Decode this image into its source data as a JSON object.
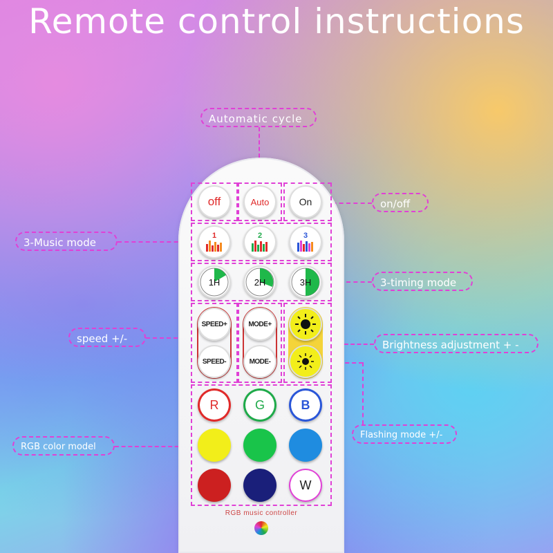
{
  "title": "Remote control instructions",
  "callouts": {
    "automatic_cycle": "Automatic cycle",
    "on_off": "on/off",
    "music_mode": "3-Music mode",
    "timing_mode": "3-timing mode",
    "speed": "speed +/-",
    "brightness": "Brightness adjustment + -",
    "flashing": "Flashing mode +/-",
    "rgb": "RGB color model"
  },
  "buttons": {
    "off": "off",
    "auto": "Auto",
    "on": "On",
    "music": [
      "1",
      "2",
      "3"
    ],
    "timer": [
      "1H",
      "2H",
      "3H"
    ],
    "speed_plus": "SPEED+",
    "speed_minus": "SPEED-",
    "mode_plus": "MODE+",
    "mode_minus": "MODE-",
    "r": "R",
    "g": "G",
    "b": "B",
    "w": "W"
  },
  "colors": {
    "accent": "#e040d6",
    "red": "#e02a2a",
    "green": "#1faa4a",
    "blue": "#2a56d8",
    "yellow": "#f2ee1a",
    "lime": "#19c44a",
    "sky": "#1f8ce0",
    "dark_red": "#cc2020",
    "navy": "#1a1f7a"
  },
  "footer": "RGB music controller"
}
